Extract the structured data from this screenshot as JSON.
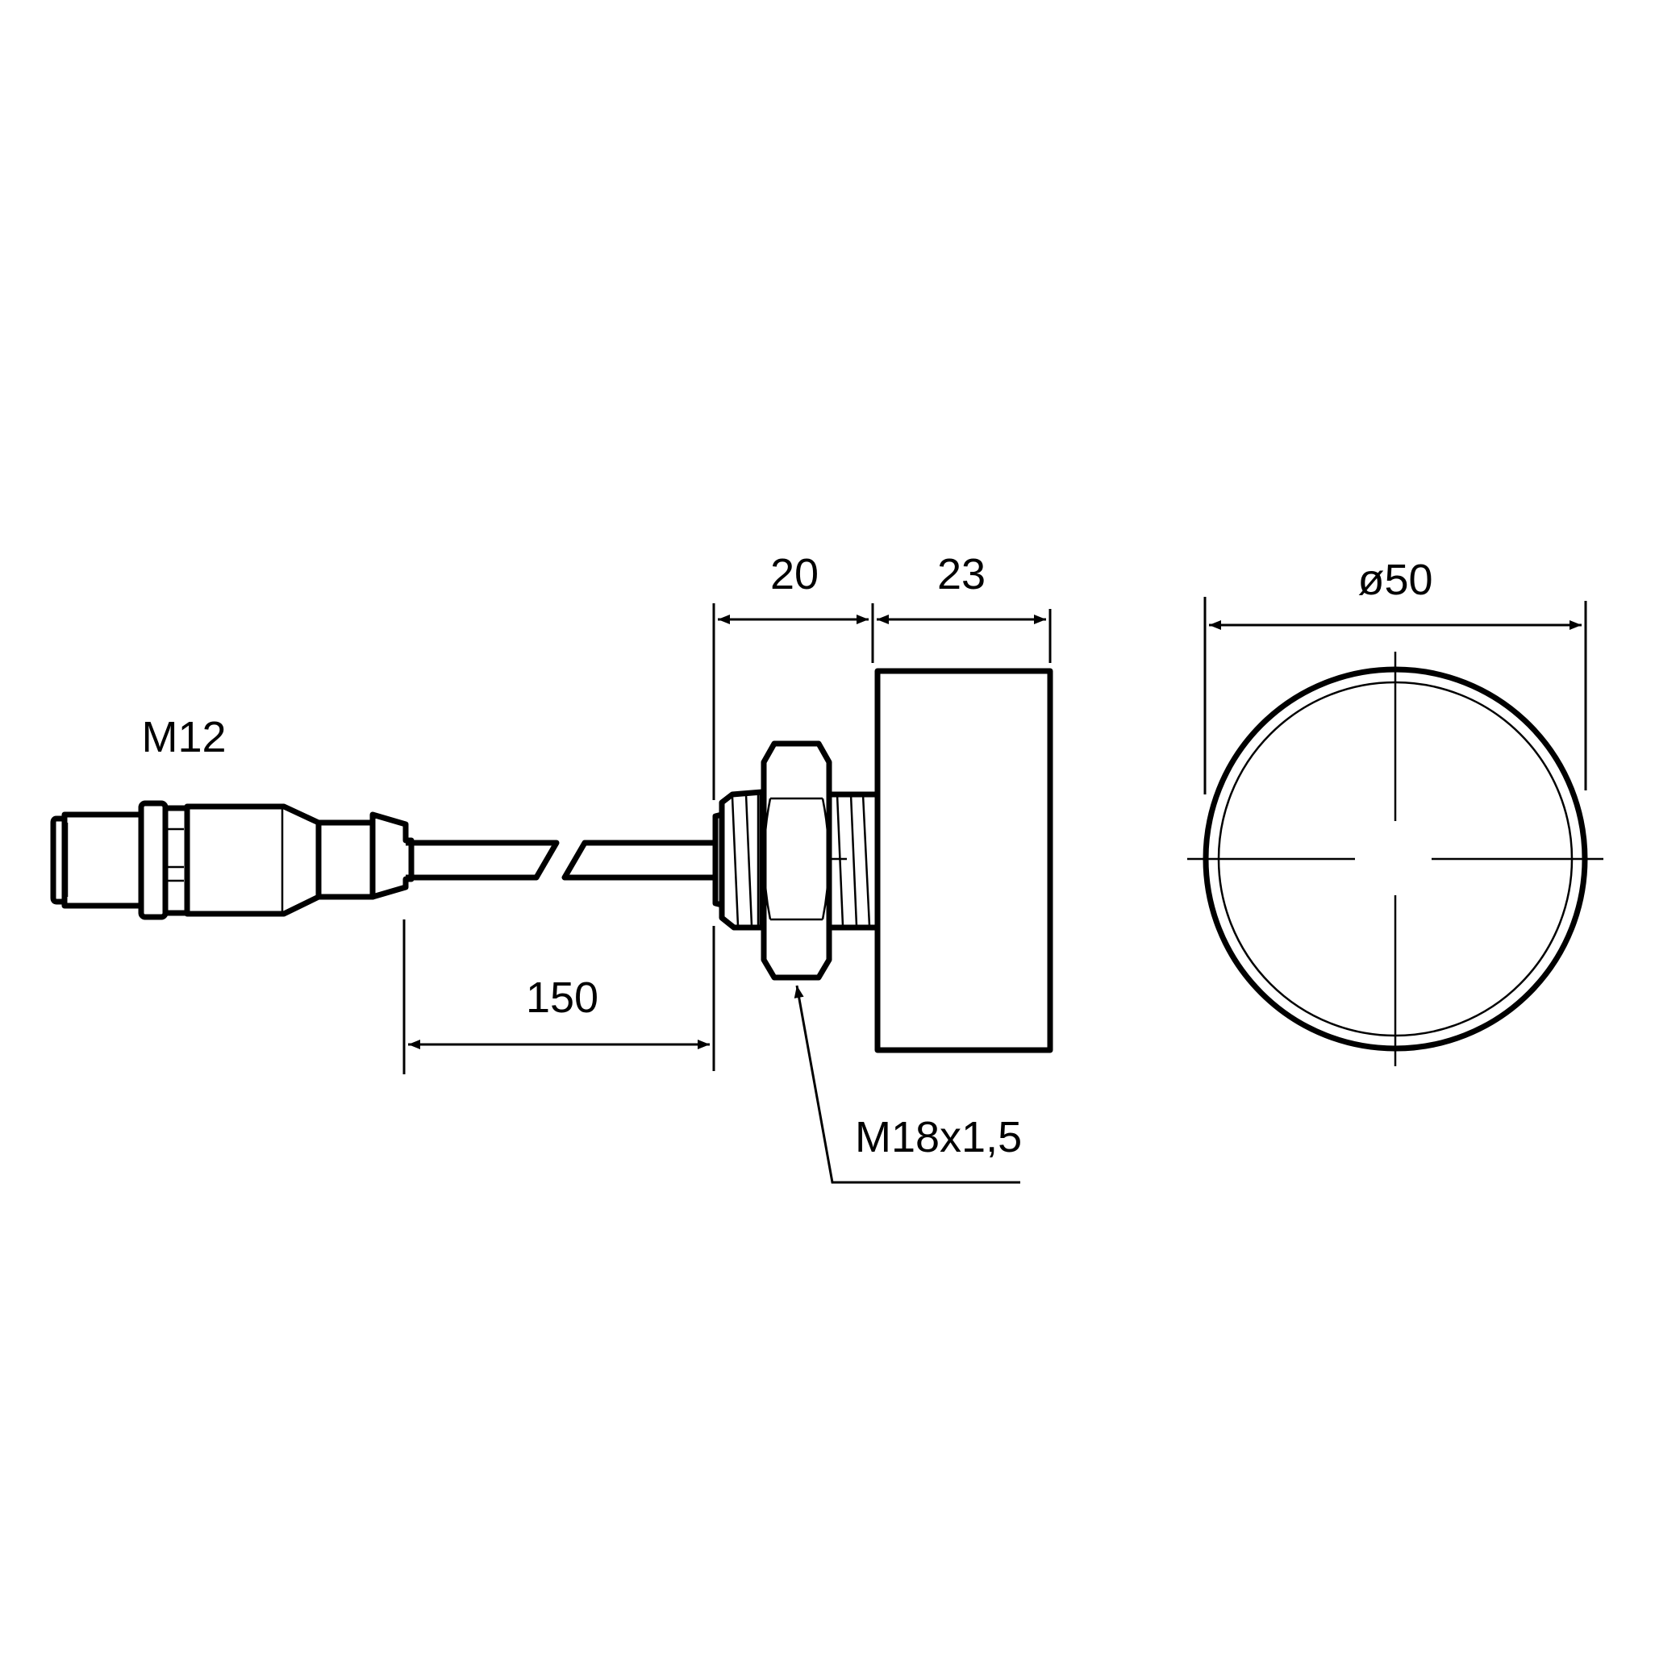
{
  "labels": {
    "connector": "M12",
    "thread_length": "20",
    "body_length": "23",
    "diameter": "ø50",
    "cable_length": "150",
    "thread_spec": "M18x1,5"
  }
}
